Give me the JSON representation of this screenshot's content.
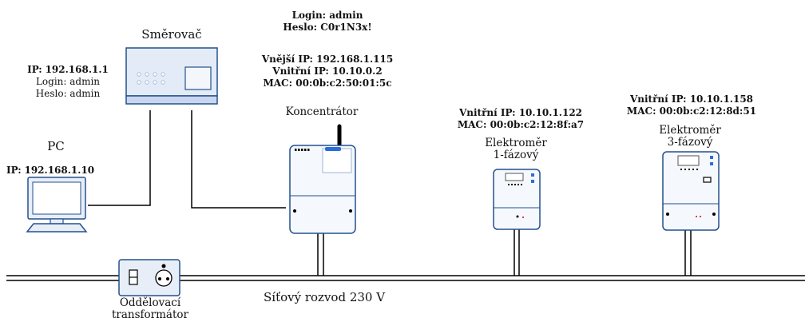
{
  "router": {
    "title": "Směrovač",
    "ip_label": "IP:",
    "ip": "192.168.1.1",
    "login": "Login: admin",
    "password": "Heslo: admin"
  },
  "pc": {
    "title": "PC",
    "ip_label": "IP:",
    "ip": "192.168.1.10"
  },
  "concentrator": {
    "title": "Koncentrátor",
    "login": "Login: admin",
    "password": "Heslo: C0r1N3x!",
    "external_ip": "Vnější IP: 192.168.1.115",
    "internal_ip": "Vnitřní IP: 10.10.0.2",
    "mac": "MAC: 00:0b:c2:50:01:5c"
  },
  "meter_1": {
    "title_line1": "Elektroměr",
    "title_line2": "1-fázový",
    "internal_ip": "Vnitřní IP: 10.10.1.122",
    "mac": "MAC: 00:0b:c2:12:8f:a7"
  },
  "meter_3": {
    "title_line1": "Elektroměr",
    "title_line2": "3-fázový",
    "internal_ip": "Vnitřní IP: 10.10.1.158",
    "mac": "MAC: 00:0b:c2:12:8d:51"
  },
  "transformer": {
    "label_line1": "Oddělovací",
    "label_line2": "transformátor"
  },
  "mains": {
    "label": "Síťový rozvod 230 V"
  }
}
